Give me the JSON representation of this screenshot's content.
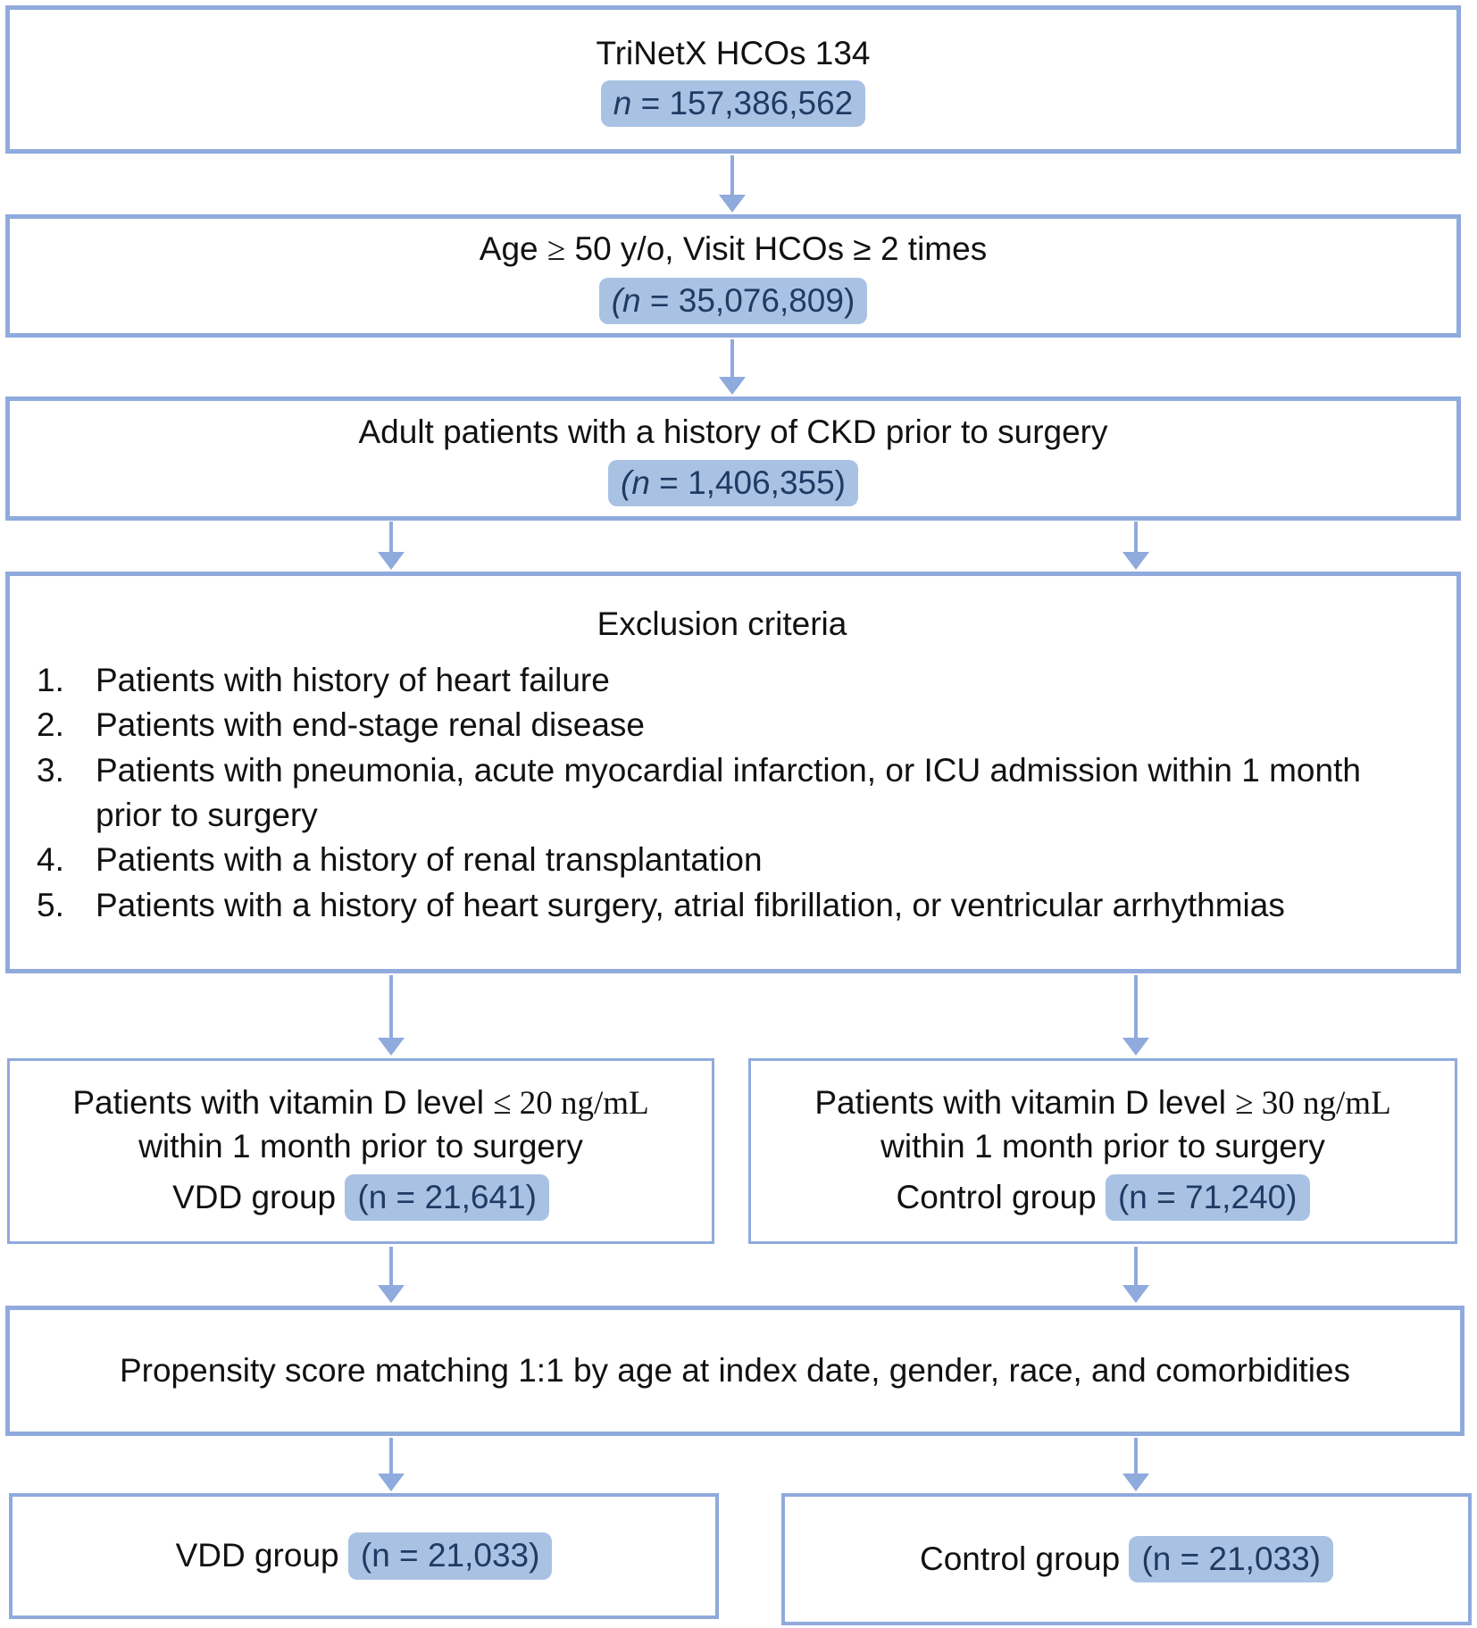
{
  "colors": {
    "box_border": "#8faadc",
    "arrow": "#8faadc",
    "highlight_bg": "#a9c2e4",
    "highlight_text": "#1f3a63",
    "text": "#111111"
  },
  "flow": {
    "box1": {
      "title": "TriNetX HCOs 134",
      "n_var": "n",
      "n_rest": " = 157,386,562"
    },
    "box2": {
      "text_a": "Age ",
      "text_serif": "≥",
      "text_b": " 50 y/o, Visit HCOs ≥ 2 times",
      "n_pre": "(",
      "n_var": "n",
      "n_rest": " = 35,076,809)"
    },
    "box3": {
      "title": "Adult patients with a history of CKD prior to surgery",
      "n_pre": "(",
      "n_var": "n",
      "n_rest": " = 1,406,355)"
    },
    "exclusion": {
      "title": "Exclusion criteria",
      "items": [
        {
          "num": "1.",
          "text": "Patients with history of heart failure"
        },
        {
          "num": "2.",
          "text": "Patients with end-stage renal disease"
        },
        {
          "num": "3.",
          "text": "Patients with pneumonia, acute myocardial infarction, or ICU admission within 1 month prior to surgery"
        },
        {
          "num": "4.",
          "text": "Patients with a history of renal transplantation"
        },
        {
          "num": "5.",
          "text": "Patients with a history of heart surgery, atrial fibrillation, or ventricular arrhythmias"
        }
      ]
    },
    "vdd_box": {
      "line1_sans": "Patients with vitamin D level ",
      "line1_serif": "≤ 20 ng/mL",
      "line2": "within 1 month prior to surgery",
      "line3_label": "VDD group ",
      "line3_n": "(n = 21,641)"
    },
    "control_box": {
      "line1_sans": "Patients with vitamin D level ",
      "line1_serif": "≥ 30 ng/mL",
      "line2": "within 1 month prior to surgery",
      "line3_label": "Control group ",
      "line3_n": "(n = 71,240)"
    },
    "psm_box": {
      "text": "Propensity score matching 1:1 by age at index date, gender, race, and comorbidities"
    },
    "vdd_final": {
      "label": "VDD group ",
      "n": "(n = 21,033)"
    },
    "control_final": {
      "label": "Control group ",
      "n": "(n = 21,033)"
    }
  }
}
